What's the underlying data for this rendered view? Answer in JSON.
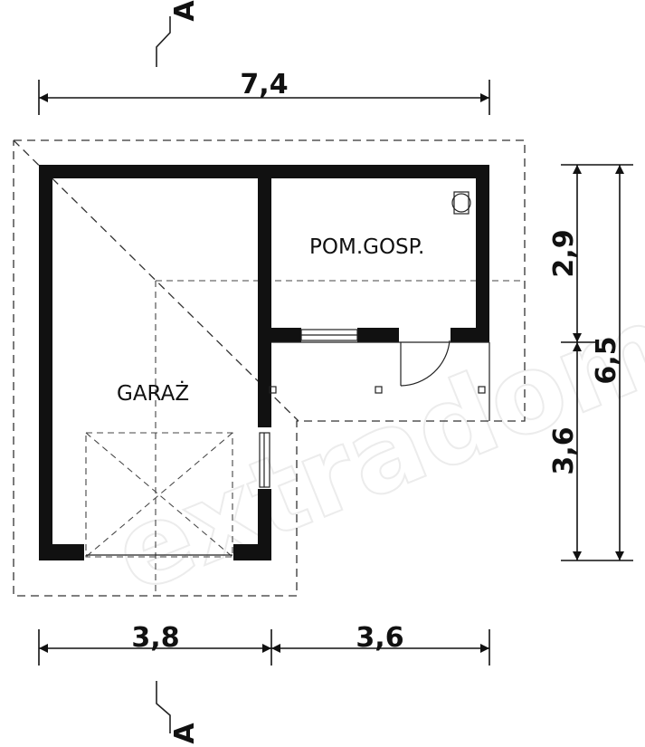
{
  "labels": {
    "dim_total_width": "7,4",
    "dim_left_width": "3,8",
    "dim_right_width": "3,6",
    "dim_top_depth": "2,9",
    "dim_bottom_depth": "3,6",
    "dim_total_depth": "6,5",
    "room_garage": "GARAŻ",
    "room_utility": "POM.GOSP.",
    "section_top": "A",
    "section_bottom": "A",
    "watermark": "extradom"
  }
}
